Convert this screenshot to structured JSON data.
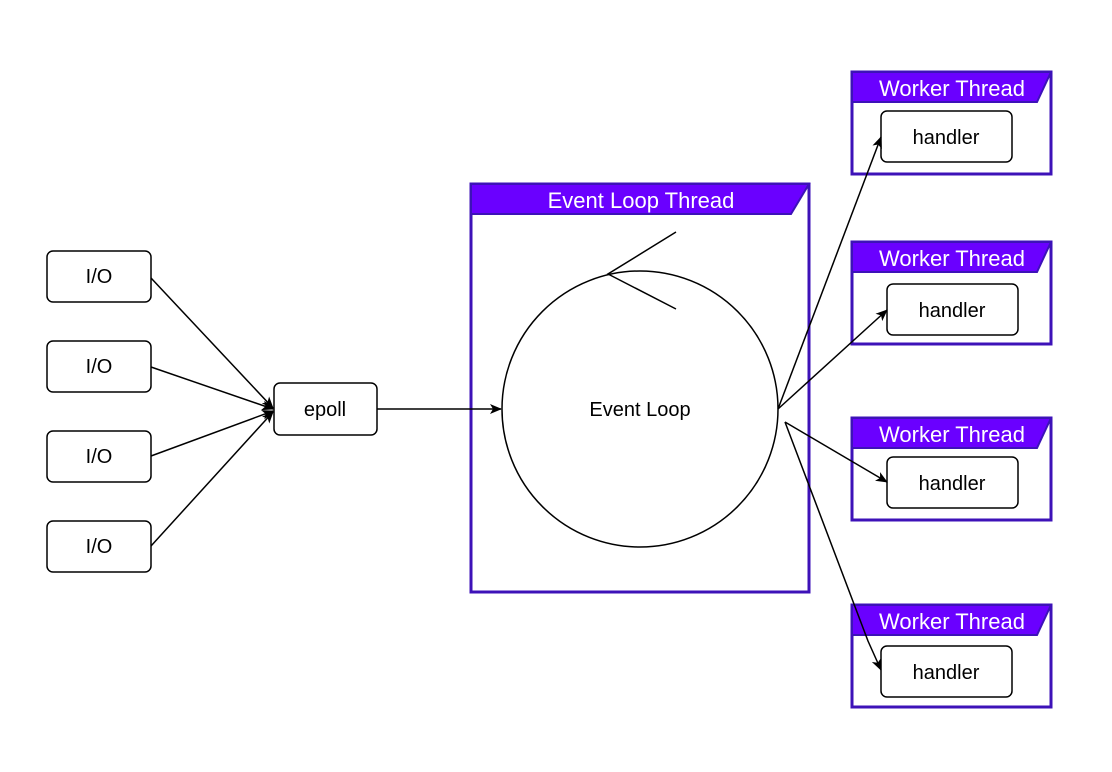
{
  "colors": {
    "frame_stroke": "#3d12b8",
    "header_fill": "#6a00ff",
    "header_text": "#ffffff",
    "node_stroke": "#000000",
    "edge": "#000000"
  },
  "io_nodes": [
    {
      "label": "I/O"
    },
    {
      "label": "I/O"
    },
    {
      "label": "I/O"
    },
    {
      "label": "I/O"
    }
  ],
  "epoll": {
    "label": "epoll"
  },
  "event_loop_thread": {
    "title": "Event Loop Thread",
    "loop_label": "Event Loop"
  },
  "workers": [
    {
      "title": "Worker Thread",
      "handler_label": "handler"
    },
    {
      "title": "Worker Thread",
      "handler_label": "handler"
    },
    {
      "title": "Worker Thread",
      "handler_label": "handler"
    },
    {
      "title": "Worker Thread",
      "handler_label": "handler"
    }
  ]
}
